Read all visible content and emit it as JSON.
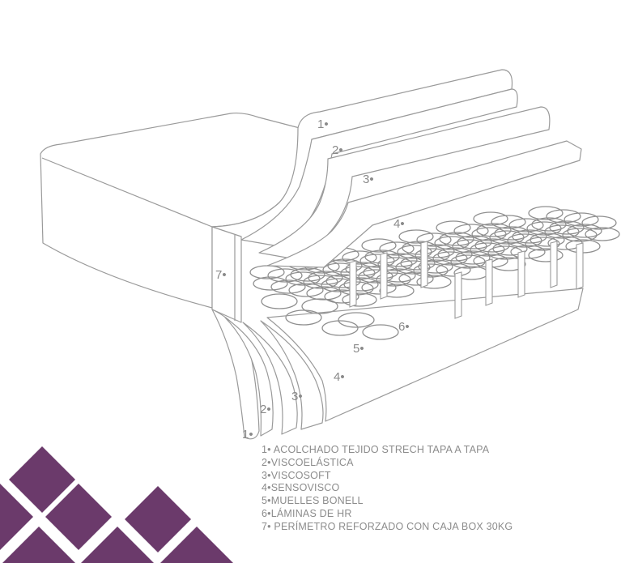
{
  "callouts": [
    "1•",
    "2•",
    "3•",
    "4•",
    "5•",
    "6•",
    "7•"
  ],
  "legend": [
    "1• ACOLCHADO TEJIDO STRECH TAPA A TAPA",
    "2•VISCOELÁSTICA",
    "3•VISCOSOFT",
    "4•SENSOVISCO",
    "5•MUELLES BONELL",
    "6•LÁMINAS DE HR",
    "7• PERÍMETRO REFORZADO CON CAJA BOX 30KG"
  ],
  "colors": {
    "outline": "#999999",
    "text": "#8c8c8c",
    "accent": "#6b3a6b"
  }
}
